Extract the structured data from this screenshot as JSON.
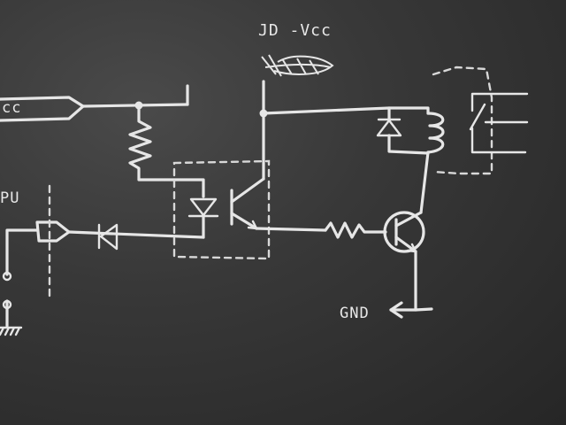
{
  "labels": {
    "top_supply": "JD -Vcc",
    "left_supply": "cc",
    "input": "PU",
    "ground": "GND"
  },
  "colors": {
    "chalk": "#e6e6e6",
    "board_dark": "#262626",
    "board_light": "#4a4a4a"
  }
}
